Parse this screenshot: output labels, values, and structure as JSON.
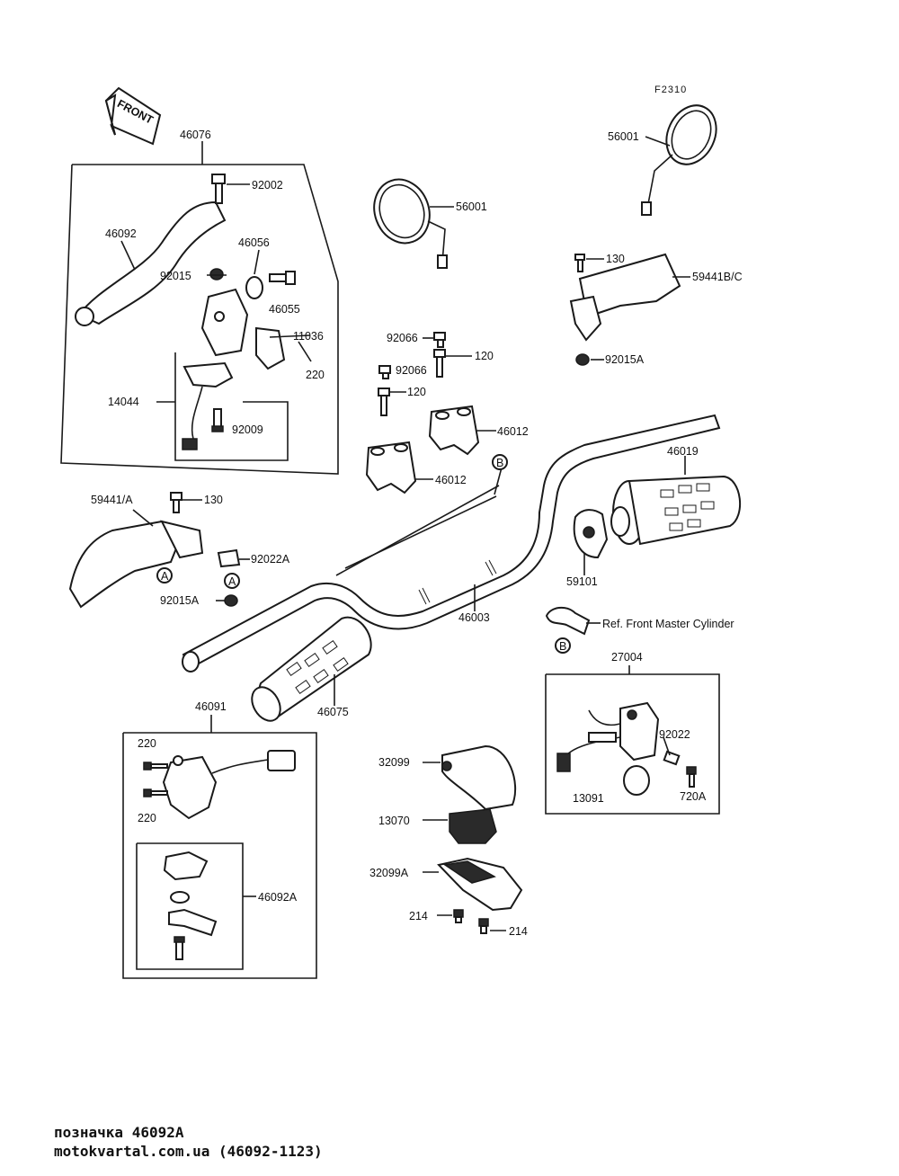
{
  "diagram": {
    "figure_code": "F2310",
    "front_arrow": "FRONT",
    "labels": {
      "p46076": "46076",
      "p92002": "92002",
      "p46092": "46092",
      "p46056": "46056",
      "p92015": "92015",
      "p46055": "46055",
      "p11036": "11036",
      "p220a": "220",
      "p14044": "14044",
      "p92009": "92009",
      "p56001_r": "56001",
      "p56001_c": "56001",
      "p130_r": "130",
      "p59441bc": "59441B/C",
      "p92015a_r": "92015A",
      "p92066_1": "92066",
      "p120_1": "120",
      "p92066_2": "92066",
      "p120_2": "120",
      "p46012_1": "46012",
      "p46012_2": "46012",
      "p46019": "46019",
      "p59441a": "59441/A",
      "p130_l": "130",
      "p92022a": "92022A",
      "p92015a_l": "92015A",
      "p59101": "59101",
      "p46003": "46003",
      "ref_master": "Ref. Front Master Cylinder",
      "p27004": "27004",
      "p46091": "46091",
      "p46075": "46075",
      "p220b": "220",
      "p220c": "220",
      "p32099": "32099",
      "p92022": "92022",
      "p13091": "13091",
      "p720a": "720A",
      "p13070": "13070",
      "p32099a": "32099A",
      "p46092a": "46092A",
      "p214a": "214",
      "p214b": "214",
      "ref_a1": "A",
      "ref_a2": "A",
      "ref_b1": "B",
      "ref_b2": "B"
    }
  },
  "footer": {
    "line1": "позначка 46092A",
    "line2": "motokvartal.com.ua (46092-1123)"
  }
}
